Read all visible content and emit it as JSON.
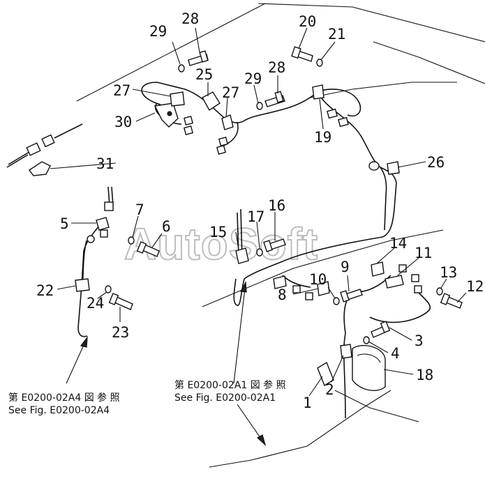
{
  "watermark": "AutoSoft",
  "callouts": [
    {
      "id": "c1",
      "text": "1"
    },
    {
      "id": "c2",
      "text": "2"
    },
    {
      "id": "c3",
      "text": "3"
    },
    {
      "id": "c4",
      "text": "4"
    },
    {
      "id": "c5",
      "text": "5"
    },
    {
      "id": "c6",
      "text": "6"
    },
    {
      "id": "c7",
      "text": "7"
    },
    {
      "id": "c8",
      "text": "8"
    },
    {
      "id": "c9",
      "text": "9"
    },
    {
      "id": "c10",
      "text": "10"
    },
    {
      "id": "c11",
      "text": "11"
    },
    {
      "id": "c12",
      "text": "12"
    },
    {
      "id": "c13",
      "text": "13"
    },
    {
      "id": "c14",
      "text": "14"
    },
    {
      "id": "c15",
      "text": "15"
    },
    {
      "id": "c16",
      "text": "16"
    },
    {
      "id": "c17",
      "text": "17"
    },
    {
      "id": "c18",
      "text": "18"
    },
    {
      "id": "c19",
      "text": "19"
    },
    {
      "id": "c20",
      "text": "20"
    },
    {
      "id": "c21",
      "text": "21"
    },
    {
      "id": "c22",
      "text": "22"
    },
    {
      "id": "c23",
      "text": "23"
    },
    {
      "id": "c24",
      "text": "24"
    },
    {
      "id": "c25",
      "text": "25"
    },
    {
      "id": "c26",
      "text": "26"
    },
    {
      "id": "c27a",
      "text": "27"
    },
    {
      "id": "c27b",
      "text": "27"
    },
    {
      "id": "c28a",
      "text": "28"
    },
    {
      "id": "c28b",
      "text": "28"
    },
    {
      "id": "c29a",
      "text": "29"
    },
    {
      "id": "c29b",
      "text": "29"
    },
    {
      "id": "c30",
      "text": "30"
    },
    {
      "id": "c31",
      "text": "31"
    }
  ],
  "references": {
    "left": {
      "jp": "第 E0200-02A4 図 参 照",
      "en": "See Fig. E0200-02A4"
    },
    "right": {
      "jp": "第 E0200-02A1 図 参 照",
      "en": "See Fig. E0200-02A1"
    }
  }
}
